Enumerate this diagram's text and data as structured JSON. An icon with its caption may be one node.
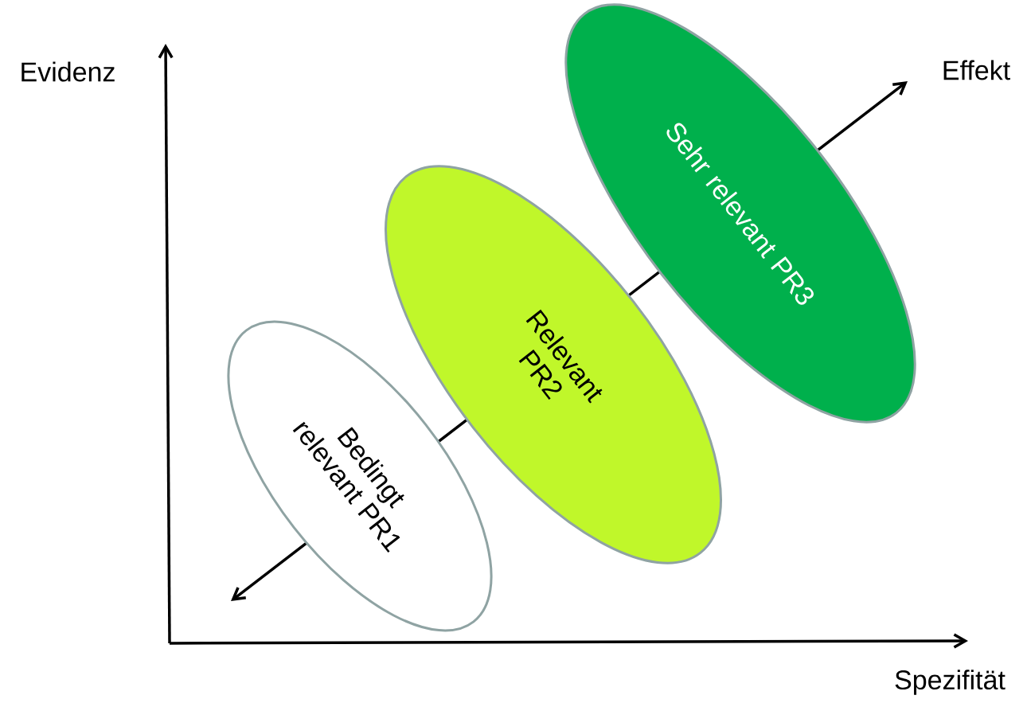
{
  "diagram": {
    "nodes": [
      {
        "text": [
          "Bedingt relevant PR1"
        ]
      },
      {
        "text": [
          "Relevant PR2"
        ]
      },
      {
        "text": [
          "Sehr relevant PR3"
        ]
      }
    ],
    "labels": [
      "Evidenz",
      "Effekt",
      "Spezifität"
    ]
  }
}
